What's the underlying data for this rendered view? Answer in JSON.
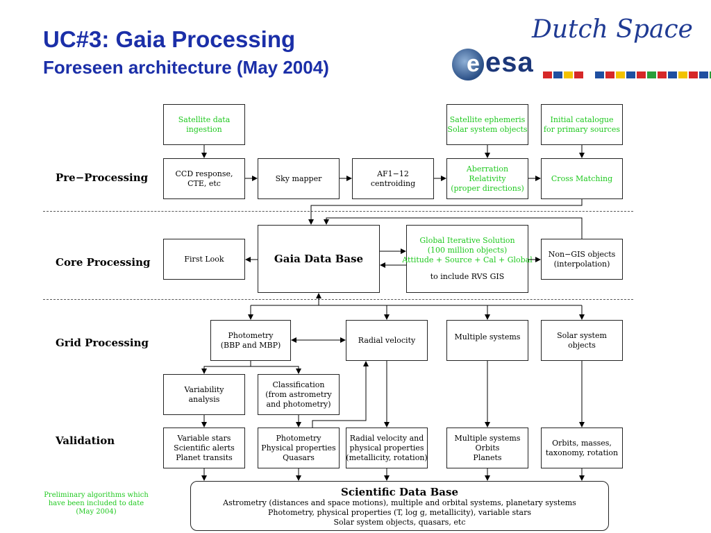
{
  "header": {
    "title": "UC#3: Gaia Processing",
    "subtitle": "Foreseen architecture (May 2004)",
    "brand": "Dutch Space",
    "logo_letter": "e",
    "logo_word": "esa"
  },
  "flag_colors": [
    "#d62828",
    "#1f4fa0",
    "#f2c200",
    "#d62828",
    "#ffffff",
    "#1f4fa0",
    "#d62828",
    "#f2c200",
    "#1f4fa0",
    "#d62828",
    "#2a9d3a",
    "#d62828",
    "#1f4fa0",
    "#f2c200",
    "#d62828",
    "#1f4fa0",
    "#2a9d3a",
    "#d62828"
  ],
  "stages": {
    "pre": "Pre−Processing",
    "core": "Core Processing",
    "grid": "Grid Processing",
    "validation": "Validation"
  },
  "boxes": {
    "sat_ingest": [
      "Satellite data",
      "ingestion"
    ],
    "sat_ephem": [
      "Satellite ephemeris",
      "Solar system objects"
    ],
    "init_cat": [
      "Initial catalogue",
      "for primary sources"
    ],
    "ccd": [
      "CCD response,",
      "CTE, etc"
    ],
    "sky_mapper": [
      "Sky mapper"
    ],
    "af1": [
      "AF1−12",
      "centroiding"
    ],
    "aberration": [
      "Aberration",
      "Relativity",
      "(proper directions)"
    ],
    "cross_match": [
      "Cross Matching"
    ],
    "first_look": [
      "First Look"
    ],
    "gaia_db": "Gaia Data Base",
    "gis": [
      "Global Iterative Solution",
      "(100 million objects)",
      "Attitude + Source + Cal + Global"
    ],
    "gis_rvs": "to include RVS GIS",
    "non_gis": [
      "Non−GIS objects",
      "(interpolation)"
    ],
    "photometry": [
      "Photometry",
      "(BBP and MBP)"
    ],
    "radial_velocity": [
      "Radial velocity"
    ],
    "multiple_systems": [
      "Multiple systems"
    ],
    "solar_system": [
      "Solar system",
      "objects"
    ],
    "variability": [
      "Variability",
      "analysis"
    ],
    "classification": [
      "Classification",
      "(from astrometry",
      "and photometry)"
    ],
    "val_variable": [
      "Variable stars",
      "Scientific alerts",
      "Planet transits"
    ],
    "val_photometry": [
      "Photometry",
      "Physical properties",
      "Quasars"
    ],
    "val_radial": [
      "Radial velocity and",
      "physical properties",
      "(metallicity, rotation)"
    ],
    "val_multiple": [
      "Multiple systems",
      "Orbits",
      "Planets"
    ],
    "val_orbits": [
      "Orbits, masses,",
      "taxonomy, rotation"
    ],
    "sci_db_title": "Scientific Data Base",
    "sci_db_lines": [
      "Astrometry (distances and space motions), multiple and orbital systems, planetary systems",
      "Photometry, physical properties (T, log g, metallicity), variable stars",
      "Solar system objects, quasars, etc"
    ]
  },
  "note": [
    "Preliminary algorithms which",
    "have been included to date",
    "(May 2004)"
  ]
}
